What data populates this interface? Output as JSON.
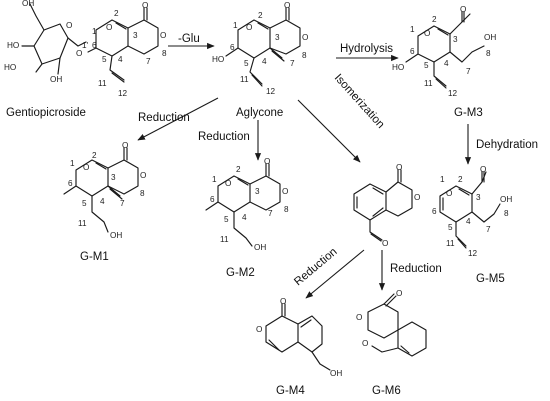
{
  "compounds": {
    "gentiopicroside": "Gentiopicroside",
    "aglycone": "Aglycone",
    "m1": "G-M1",
    "m2": "G-M2",
    "m3": "G-M3",
    "m4": "G-M4",
    "m5": "G-M5",
    "m6": "G-M6"
  },
  "reactions": {
    "glu": "-Glu",
    "hydrolysis": "Hydrolysis",
    "reduction_m1": "Reduction",
    "reduction_m2": "Reduction",
    "isomerization": "Isomerization",
    "dehydration": "Dehydration",
    "reduction_m4": "Reduction",
    "reduction_m6": "Reduction"
  },
  "atoms": {
    "O": "O",
    "OH": "OH",
    "HO": "HO",
    "n1": "1",
    "n2": "2",
    "n3": "3",
    "n4": "4",
    "n5": "5",
    "n6": "6",
    "n7": "7",
    "n8": "8",
    "n11": "11",
    "n12": "12",
    "n1p": "1'"
  }
}
